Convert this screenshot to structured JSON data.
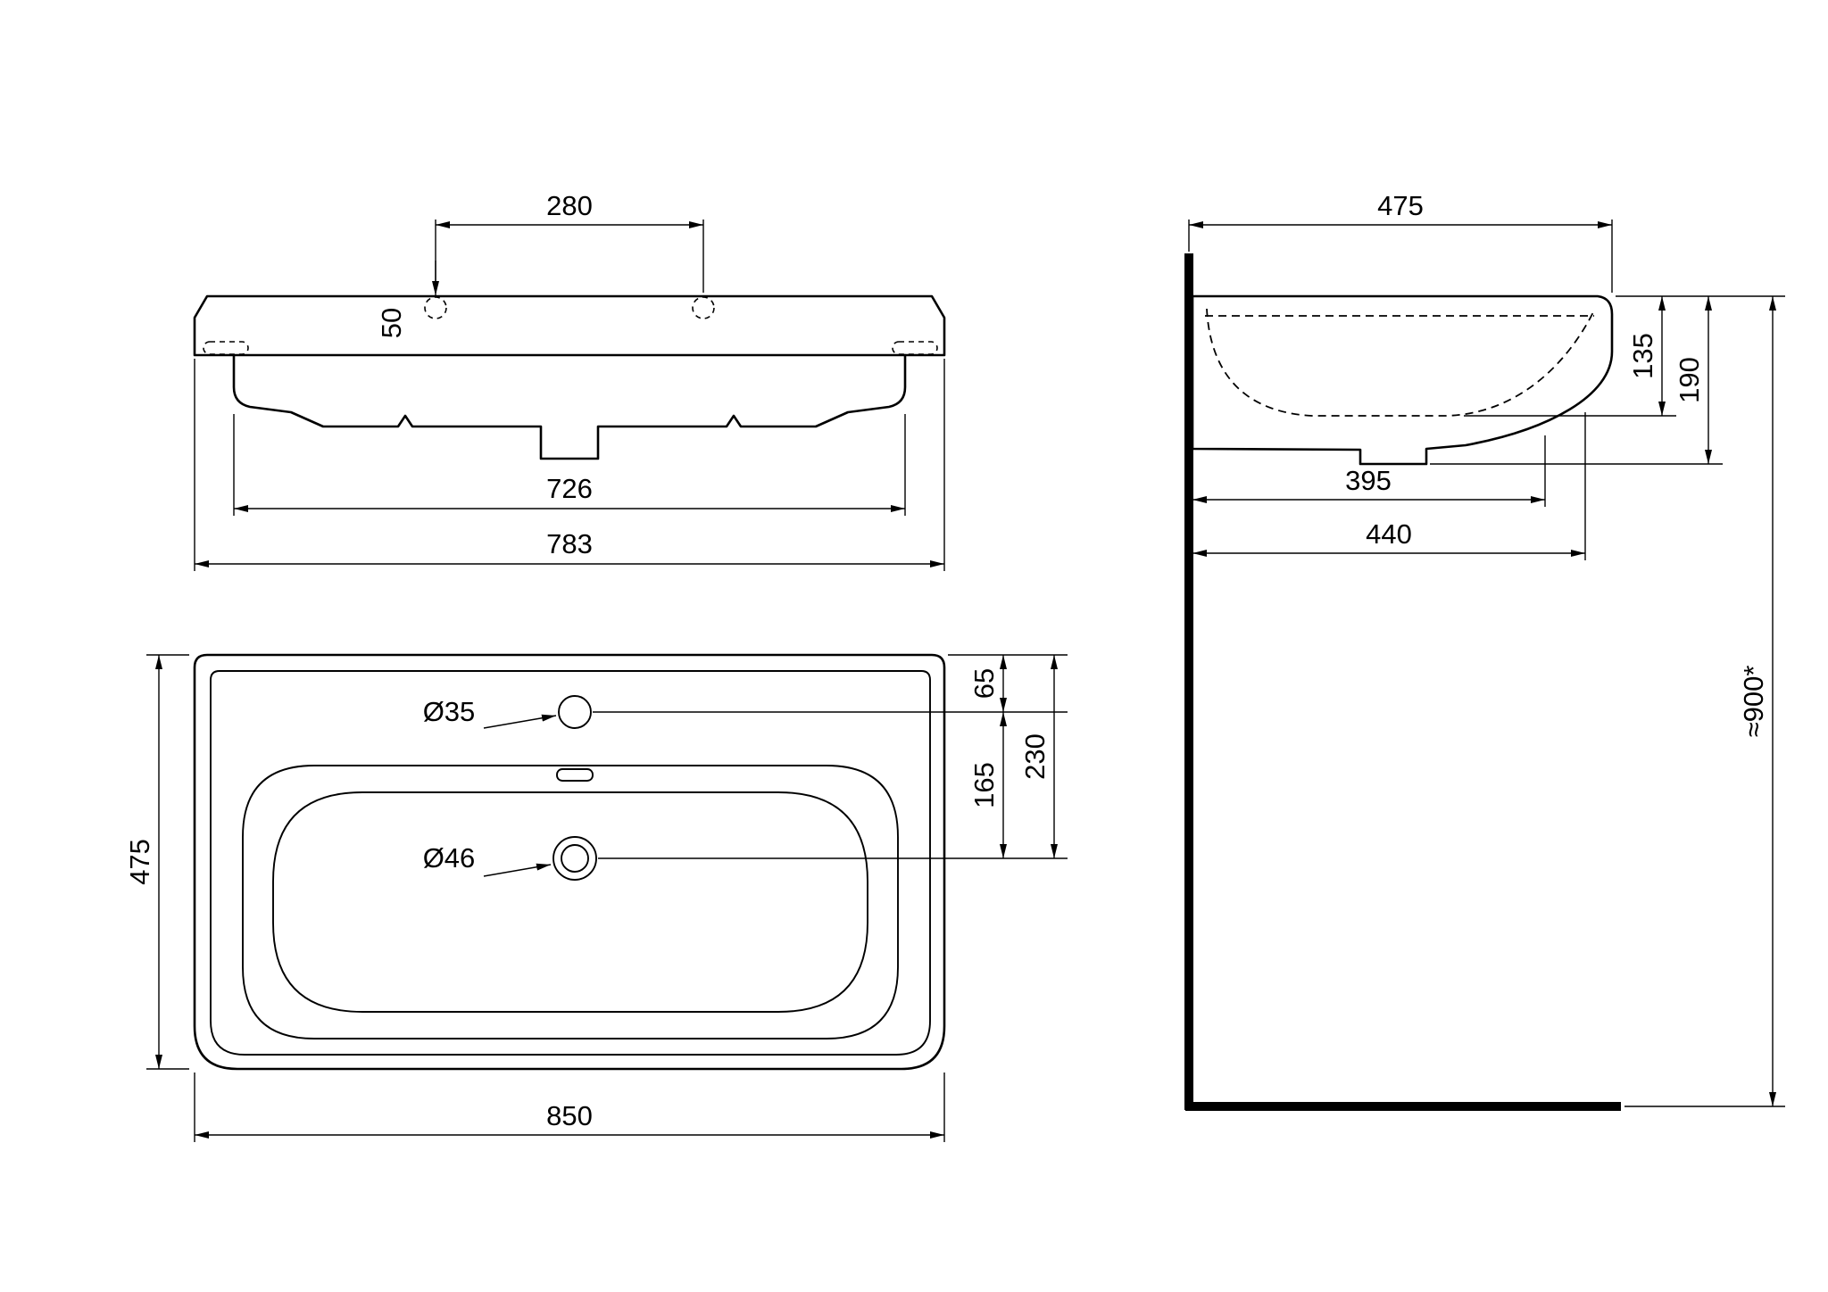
{
  "meta": {
    "type": "technical-dimension-drawing",
    "subject": "wall-mounted washbasin",
    "line_color": "#000000",
    "background_color": "#ffffff"
  },
  "views": {
    "front": {
      "dims": {
        "hole_spacing": "280",
        "rim_height": "50",
        "inner_width": "726",
        "body_width": "783"
      }
    },
    "side": {
      "dims": {
        "depth": "475",
        "bowl_inner_depth": "135",
        "overall_height": "190",
        "inner_depth": "395",
        "underside_depth": "440",
        "mounting_height": "≈900*"
      }
    },
    "top": {
      "dims": {
        "width": "850",
        "depth": "475",
        "faucet_edge_offset": "65",
        "faucet_drain_offset": "165",
        "drain_edge_offset": "230",
        "faucet_hole_diameter": "Ø35",
        "drain_hole_diameter": "Ø46"
      }
    }
  }
}
